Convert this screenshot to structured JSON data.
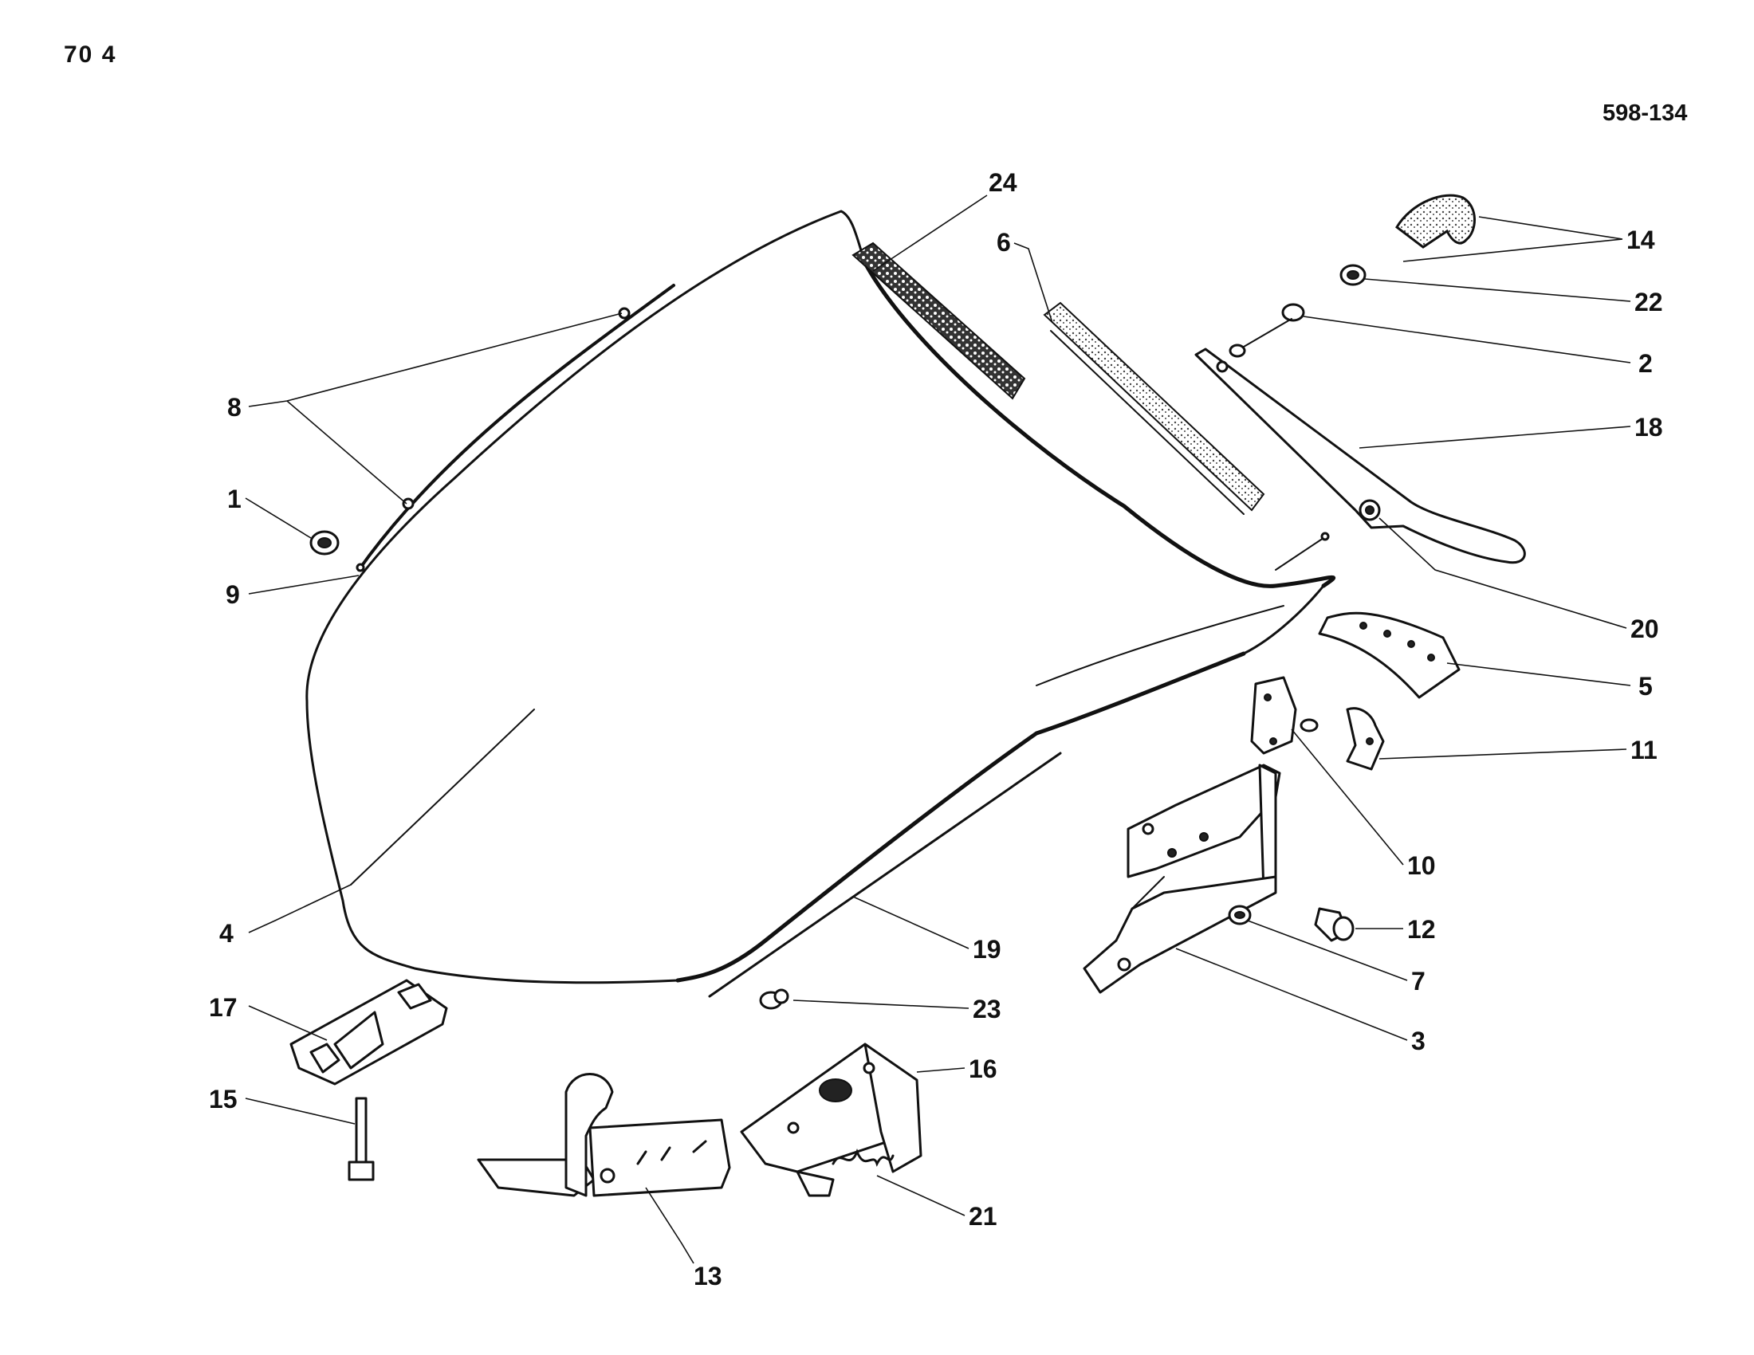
{
  "header": {
    "page_number": "70 4",
    "figure_number": "598-134"
  },
  "callouts": [
    {
      "id": "c1",
      "label": "1"
    },
    {
      "id": "c2",
      "label": "2"
    },
    {
      "id": "c3",
      "label": "3"
    },
    {
      "id": "c4",
      "label": "4"
    },
    {
      "id": "c5",
      "label": "5"
    },
    {
      "id": "c6",
      "label": "6"
    },
    {
      "id": "c7",
      "label": "7"
    },
    {
      "id": "c8",
      "label": "8"
    },
    {
      "id": "c9",
      "label": "9"
    },
    {
      "id": "c10",
      "label": "10"
    },
    {
      "id": "c11",
      "label": "11"
    },
    {
      "id": "c12",
      "label": "12"
    },
    {
      "id": "c13",
      "label": "13"
    },
    {
      "id": "c14",
      "label": "14"
    },
    {
      "id": "c15",
      "label": "15"
    },
    {
      "id": "c16",
      "label": "16"
    },
    {
      "id": "c17",
      "label": "17"
    },
    {
      "id": "c18",
      "label": "18"
    },
    {
      "id": "c19",
      "label": "19"
    },
    {
      "id": "c20",
      "label": "20"
    },
    {
      "id": "c21",
      "label": "21"
    },
    {
      "id": "c22",
      "label": "22"
    },
    {
      "id": "c23",
      "label": "23"
    },
    {
      "id": "c24",
      "label": "24"
    }
  ]
}
